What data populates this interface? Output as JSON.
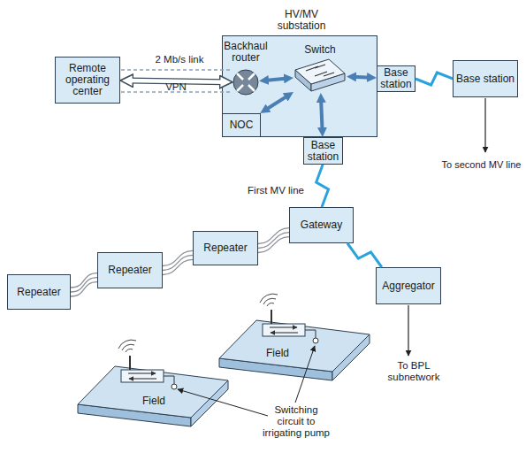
{
  "diagram": {
    "nodes": [
      {
        "text": [
          "HV/MV substation"
        ]
      },
      {
        "text": [
          "Remote operating center"
        ]
      },
      {
        "text": [
          "Backhaul router"
        ],
        "in": 0
      },
      {
        "text": [
          "Switch"
        ],
        "in": 0
      },
      {
        "text": [
          "Base station"
        ],
        "in": 0
      },
      {
        "text": [
          "NOC"
        ],
        "in": 0
      },
      {
        "text": [
          "Base station"
        ],
        "in": 0
      },
      {
        "text": [
          "Base station"
        ]
      },
      {
        "text": [
          "Gateway"
        ]
      },
      {
        "text": [
          "Repeater"
        ]
      },
      {
        "text": [
          "Repeater"
        ]
      },
      {
        "text": [
          "Repeater"
        ]
      },
      {
        "text": [
          "Aggregator"
        ]
      },
      {
        "text": [
          "Field"
        ]
      },
      {
        "text": [
          "Field"
        ]
      }
    ],
    "edges": [
      {
        "from": 1,
        "to": 2,
        "arrow": "both"
      },
      {
        "from": 2,
        "to": 3,
        "arrow": "both"
      },
      {
        "from": 3,
        "to": 4,
        "arrow": "both"
      },
      {
        "from": 3,
        "to": 5,
        "arrow": "both"
      },
      {
        "from": 3,
        "to": 6,
        "arrow": "both"
      },
      {
        "from": 4,
        "to": 7,
        "arrow": "none"
      },
      {
        "from": 6,
        "to": 8,
        "arrow": "none"
      },
      {
        "from": 8,
        "to": 12,
        "arrow": "none"
      },
      {
        "from": 8,
        "to": 9,
        "arrow": "none"
      },
      {
        "from": 9,
        "to": 10,
        "arrow": "none"
      },
      {
        "from": 10,
        "to": 11,
        "arrow": "none"
      }
    ],
    "labels": [
      "2 Mb/s link",
      "VPN",
      "To second MV line",
      "First MV line",
      "To BPL subnetwork",
      "Switching circuit to irrigating pump"
    ]
  }
}
